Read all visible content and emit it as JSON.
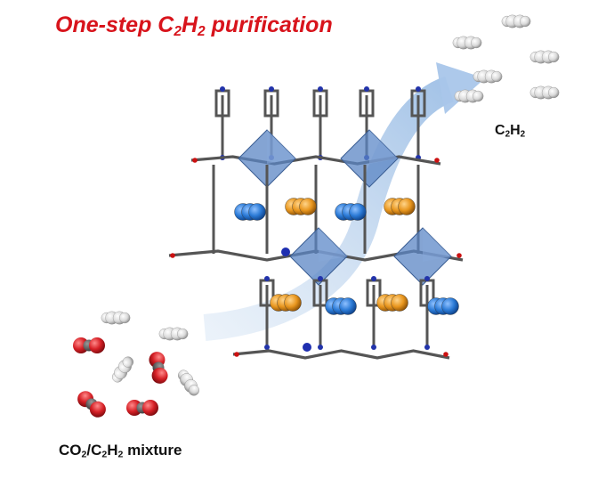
{
  "title": {
    "prefix": "One-step C",
    "sub1": "2",
    "mid": "H",
    "sub2": "2",
    "suffix": " purification"
  },
  "output_label": {
    "prefix": "C",
    "sub1": "2",
    "mid": "H",
    "sub2": "2"
  },
  "input_label": {
    "prefix": "CO",
    "sub1": "2",
    "mid1": "/C",
    "sub2": "2",
    "mid2": "H",
    "sub3": "2",
    "suffix": " mixture"
  },
  "colors": {
    "title": "#d8141c",
    "acetylene": "#d9d9d9",
    "co2_oxygen": "#d62026",
    "adsorbed_blue": "#2b7ad6",
    "adsorbed_orange": "#e8961e",
    "framework_bond": "#555555",
    "polyhedra": "#5b86c4",
    "arrow": "#b9cfe9"
  }
}
